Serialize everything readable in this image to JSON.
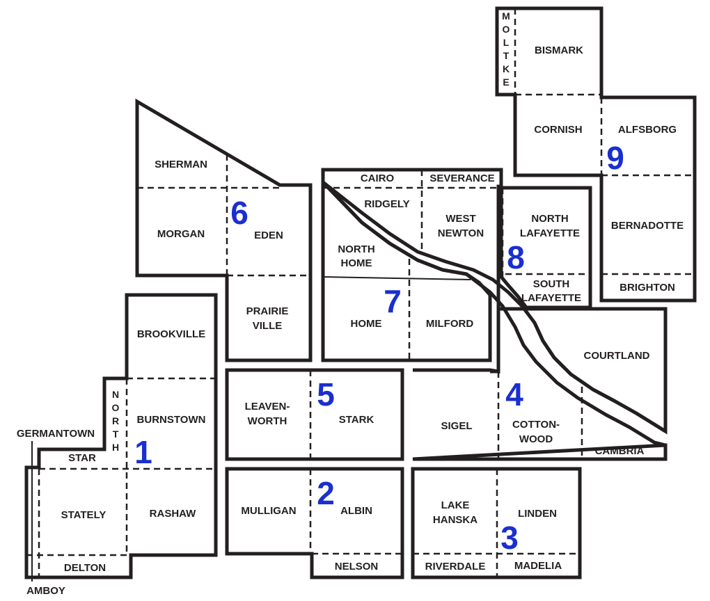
{
  "townships": {
    "moltke": "MOLTKE",
    "bismark": "BISMARK",
    "cornish": "CORNISH",
    "alfsborg": "ALFSBORG",
    "bernadotte": "BERNADOTTE",
    "brighton": "BRIGHTON",
    "sherman": "SHERMAN",
    "morgan": "MORGAN",
    "eden": "EDEN",
    "prairie_ville": [
      "PRAIRIE",
      "VILLE"
    ],
    "cairo": "CAIRO",
    "severance": "SEVERANCE",
    "ridgely": "RIDGELY",
    "west_newton": [
      "WEST",
      "NEWTON"
    ],
    "north_home": [
      "NORTH",
      "HOME"
    ],
    "home": "HOME",
    "milford": "MILFORD",
    "north_lafayette": [
      "NORTH",
      "LAFAYETTE"
    ],
    "south_lafayette": [
      "SOUTH",
      "LAFAYETTE"
    ],
    "courtland": "COURTLAND",
    "brookville": "BROOKVILLE",
    "north": "NORTH",
    "burnstown": "BURNSTOWN",
    "germantown": "GERMANTOWN",
    "star": "STAR",
    "stately": "STATELY",
    "rashaw": "RASHAW",
    "delton": "DELTON",
    "amboy": "AMBOY",
    "leavenworth": [
      "LEAVEN-",
      "WORTH"
    ],
    "stark": "STARK",
    "sigel": "SIGEL",
    "cottonwood": [
      "COTTON-",
      "WOOD"
    ],
    "cambria": "CAMBRIA",
    "mulligan": "MULLIGAN",
    "albin": "ALBIN",
    "nelson": "NELSON",
    "lake_hanska": [
      "LAKE",
      "HANSKA"
    ],
    "linden": "LINDEN",
    "riverdale": "RIVERDALE",
    "madelia": "MADELIA"
  },
  "districts": {
    "d1": "1",
    "d2": "2",
    "d3": "3",
    "d4": "4",
    "d5": "5",
    "d6": "6",
    "d7": "7",
    "d8": "8",
    "d9": "9"
  },
  "colors": {
    "boundary": "#231f20",
    "district_number": "#1a2fd0",
    "background": "#ffffff"
  }
}
